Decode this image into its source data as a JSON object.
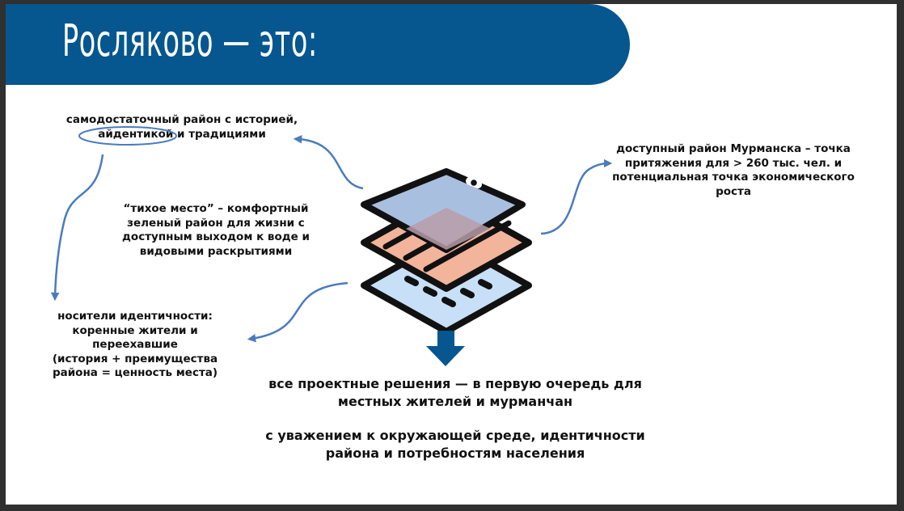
{
  "slide": {
    "title": "Росляково — это:"
  },
  "points": {
    "self_sufficient": [
      "самодостаточный район с историей,",
      "айдентикой и традициями"
    ],
    "quiet_place": [
      "“тихое место” – комфортный",
      "зеленый район для жизни с",
      "доступным выходом к воде и",
      "видовыми раскрытиями"
    ],
    "identity_carriers": [
      "носители идентичности:",
      "коренные жители и",
      "переехавшие",
      "(история + преимущества",
      "района = ценность места)"
    ],
    "accessible_district": [
      "доступный район Мурманска – точка",
      "притяжения для > 260 тыс. чел. и",
      "потенциальная точка экономического",
      "роста"
    ]
  },
  "conclusion": {
    "first": [
      "все проектные решения — в первую очередь для",
      "местных жителей и мурманчан"
    ],
    "second": [
      "с уважением к окружающей среде, идентичности",
      "района и потребностям населения"
    ]
  },
  "icons": {
    "layers": "layers-icon",
    "arrow_down": "arrow-down-icon"
  },
  "colors": {
    "title_bar": "#06568f",
    "arrows": "#4a7bbf",
    "layer_top": "#a9bfe0",
    "layer_mid": "#f2b49a",
    "layer_bottom": "#c7e0f7",
    "down_arrow": "#06568f"
  }
}
